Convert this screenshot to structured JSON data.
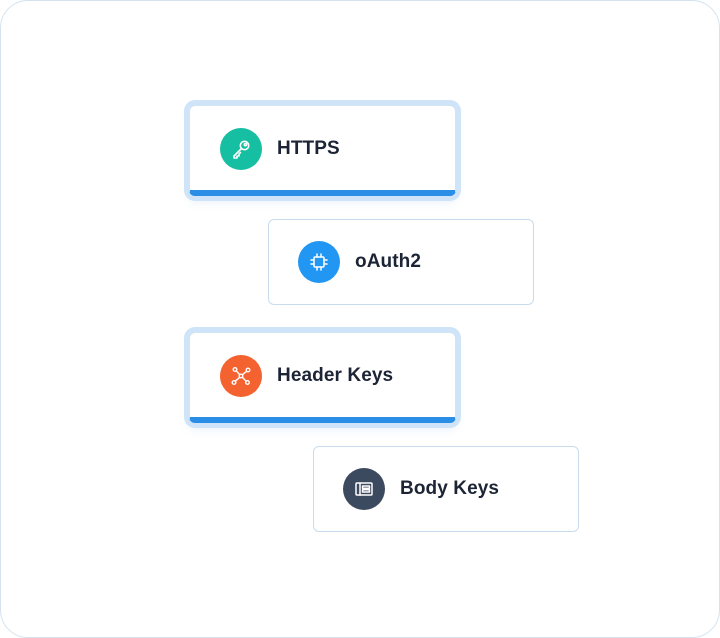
{
  "cards": [
    {
      "label": "HTTPS",
      "icon": "key-icon",
      "icon_color": "#16bfa1",
      "highlighted": true
    },
    {
      "label": "oAuth2",
      "icon": "chip-icon",
      "icon_color": "#2196f3",
      "highlighted": false
    },
    {
      "label": "Header Keys",
      "icon": "network-nodes-icon",
      "icon_color": "#f4622f",
      "highlighted": true
    },
    {
      "label": "Body Keys",
      "icon": "list-layers-icon",
      "icon_color": "#3c4a5f",
      "highlighted": false
    }
  ],
  "colors": {
    "highlight_accent": "#2a8de6",
    "highlight_glow": "#cfe4f8",
    "card_border": "#c9dced",
    "text": "#1c2435"
  }
}
